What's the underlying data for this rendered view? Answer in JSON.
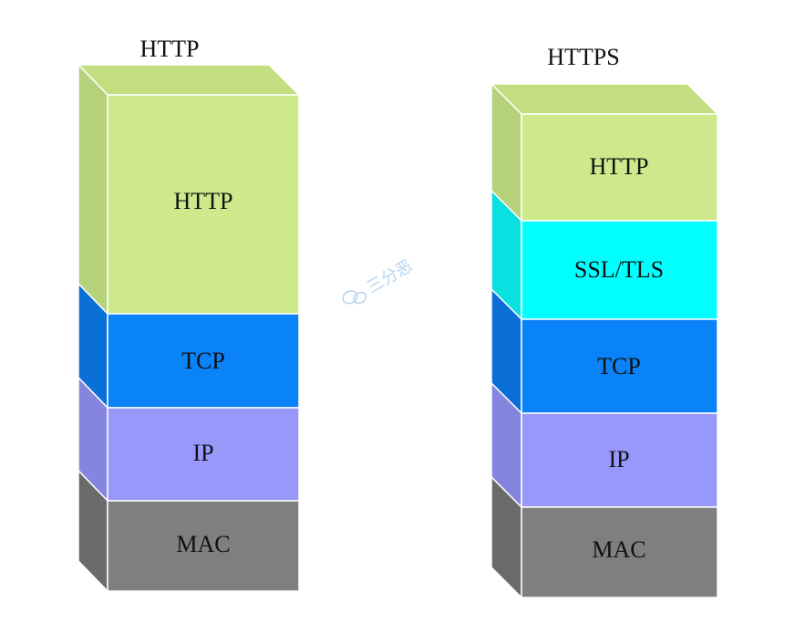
{
  "stacks": [
    {
      "title": "HTTP",
      "layers": [
        {
          "label": "HTTP",
          "front": "#cde98b",
          "side": "#b5d27a",
          "top": "#c3de80"
        },
        {
          "label": "TCP",
          "front": "#0a82f8",
          "side": "#0b6fd8"
        },
        {
          "label": "IP",
          "front": "#9898fb",
          "side": "#8585df"
        },
        {
          "label": "MAC",
          "front": "#7f7f7f",
          "side": "#6b6b6b"
        }
      ]
    },
    {
      "title": "HTTPS",
      "layers": [
        {
          "label": "HTTP",
          "front": "#cde98b",
          "side": "#b5d27a",
          "top": "#c3de80"
        },
        {
          "label": "SSL/TLS",
          "front": "#00ffff",
          "side": "#0ae0e0"
        },
        {
          "label": "TCP",
          "front": "#0a82f8",
          "side": "#0b6fd8"
        },
        {
          "label": "IP",
          "front": "#9898fb",
          "side": "#8585df"
        },
        {
          "label": "MAC",
          "front": "#7f7f7f",
          "side": "#6b6b6b"
        }
      ]
    }
  ],
  "watermark": "三分恶"
}
